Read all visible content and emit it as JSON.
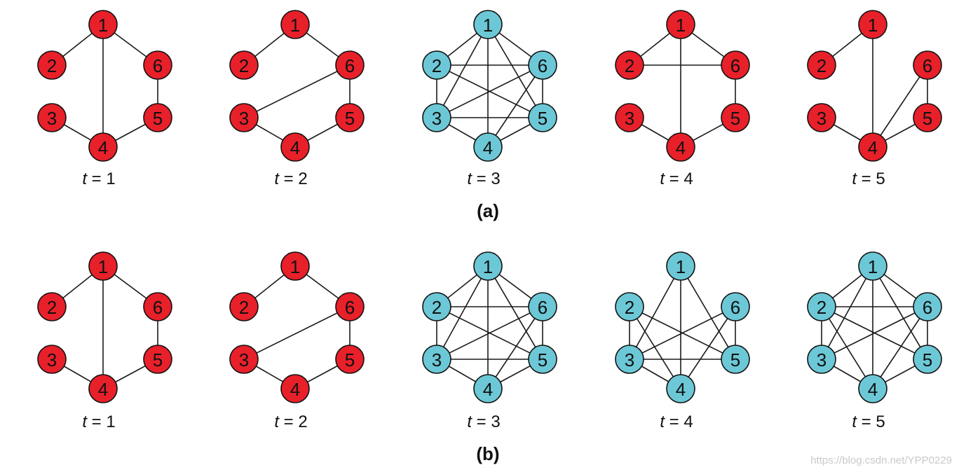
{
  "colors": {
    "infected": "#e8202a",
    "healthy": "#6cc8d6",
    "edge": "#1a1a1a"
  },
  "rows": [
    {
      "caption": "(a)",
      "panels": [
        {
          "time_var": "t",
          "time_rest": " = 1",
          "color": "infected",
          "edges": [
            [
              1,
              2
            ],
            [
              1,
              4
            ],
            [
              1,
              6
            ],
            [
              3,
              4
            ],
            [
              4,
              5
            ],
            [
              5,
              6
            ]
          ]
        },
        {
          "time_var": "t",
          "time_rest": " = 2",
          "color": "infected",
          "edges": [
            [
              1,
              2
            ],
            [
              1,
              6
            ],
            [
              3,
              6
            ],
            [
              3,
              4
            ],
            [
              4,
              5
            ],
            [
              5,
              6
            ]
          ]
        },
        {
          "time_var": "t",
          "time_rest": " = 3",
          "color": "healthy",
          "edges": [
            [
              1,
              2
            ],
            [
              1,
              3
            ],
            [
              1,
              4
            ],
            [
              1,
              5
            ],
            [
              1,
              6
            ],
            [
              2,
              3
            ],
            [
              2,
              5
            ],
            [
              2,
              6
            ],
            [
              3,
              4
            ],
            [
              3,
              5
            ],
            [
              3,
              6
            ],
            [
              4,
              5
            ],
            [
              4,
              6
            ],
            [
              5,
              6
            ]
          ]
        },
        {
          "time_var": "t",
          "time_rest": " = 4",
          "color": "infected",
          "edges": [
            [
              1,
              2
            ],
            [
              1,
              4
            ],
            [
              1,
              6
            ],
            [
              2,
              6
            ],
            [
              3,
              4
            ],
            [
              4,
              5
            ],
            [
              5,
              6
            ]
          ]
        },
        {
          "time_var": "t",
          "time_rest": " = 5",
          "color": "infected",
          "edges": [
            [
              1,
              2
            ],
            [
              1,
              4
            ],
            [
              3,
              4
            ],
            [
              4,
              5
            ],
            [
              4,
              6
            ],
            [
              5,
              6
            ]
          ]
        }
      ]
    },
    {
      "caption": "(b)",
      "panels": [
        {
          "time_var": "t",
          "time_rest": " = 1",
          "color": "infected",
          "edges": [
            [
              1,
              2
            ],
            [
              1,
              4
            ],
            [
              1,
              6
            ],
            [
              3,
              4
            ],
            [
              4,
              5
            ],
            [
              5,
              6
            ]
          ]
        },
        {
          "time_var": "t",
          "time_rest": " = 2",
          "color": "infected",
          "edges": [
            [
              1,
              2
            ],
            [
              1,
              6
            ],
            [
              3,
              6
            ],
            [
              3,
              4
            ],
            [
              4,
              5
            ],
            [
              5,
              6
            ]
          ]
        },
        {
          "time_var": "t",
          "time_rest": " = 3",
          "color": "healthy",
          "edges": [
            [
              1,
              2
            ],
            [
              1,
              3
            ],
            [
              1,
              4
            ],
            [
              1,
              5
            ],
            [
              1,
              6
            ],
            [
              2,
              3
            ],
            [
              2,
              5
            ],
            [
              2,
              6
            ],
            [
              3,
              4
            ],
            [
              3,
              5
            ],
            [
              3,
              6
            ],
            [
              4,
              5
            ],
            [
              4,
              6
            ],
            [
              5,
              6
            ]
          ]
        },
        {
          "time_var": "t",
          "time_rest": " = 4",
          "color": "healthy",
          "edges": [
            [
              1,
              3
            ],
            [
              1,
              4
            ],
            [
              1,
              5
            ],
            [
              2,
              3
            ],
            [
              2,
              4
            ],
            [
              2,
              5
            ],
            [
              3,
              4
            ],
            [
              3,
              5
            ],
            [
              3,
              6
            ],
            [
              4,
              6
            ],
            [
              5,
              6
            ]
          ]
        },
        {
          "time_var": "t",
          "time_rest": " = 5",
          "color": "healthy",
          "edges": [
            [
              1,
              2
            ],
            [
              1,
              3
            ],
            [
              1,
              4
            ],
            [
              1,
              5
            ],
            [
              1,
              6
            ],
            [
              2,
              3
            ],
            [
              2,
              4
            ],
            [
              2,
              5
            ],
            [
              2,
              6
            ],
            [
              3,
              4
            ],
            [
              3,
              6
            ],
            [
              4,
              5
            ],
            [
              4,
              6
            ],
            [
              5,
              6
            ]
          ]
        }
      ]
    }
  ],
  "node_labels": [
    "1",
    "2",
    "3",
    "4",
    "5",
    "6"
  ],
  "watermark": "https://blog.csdn.net/YPP0229"
}
